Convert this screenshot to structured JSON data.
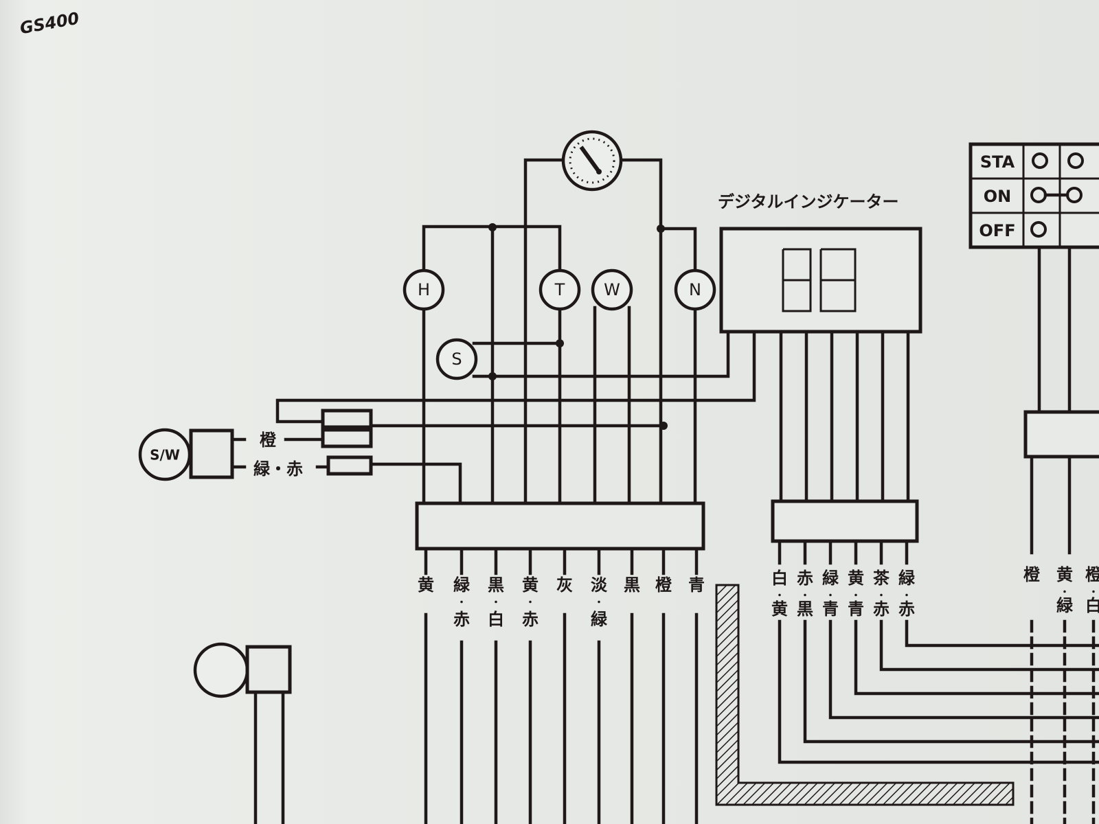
{
  "model_label": "GS400",
  "digital_indicator": {
    "title": "デジタルインジケーター"
  },
  "ignition_switch": {
    "positions": [
      "STA",
      "ON",
      "OFF"
    ]
  },
  "indicator_lamps": {
    "h": "H",
    "t": "T",
    "w": "W",
    "n": "N",
    "s": "S"
  },
  "switch_label": "S/W",
  "switch_wires": {
    "upper": "橙",
    "lower": "緑・赤"
  },
  "left_connector_wires": [
    {
      "top": "黄",
      "bottom": ""
    },
    {
      "top": "緑",
      "bottom": "赤"
    },
    {
      "top": "黒",
      "bottom": "白"
    },
    {
      "top": "黄",
      "bottom": "赤"
    },
    {
      "top": "灰",
      "bottom": ""
    },
    {
      "top": "淡",
      "bottom": "緑"
    },
    {
      "top": "黒",
      "bottom": ""
    },
    {
      "top": "橙",
      "bottom": ""
    },
    {
      "top": "青",
      "bottom": ""
    }
  ],
  "right_connector_wires": [
    {
      "top": "白",
      "bottom": "黄"
    },
    {
      "top": "赤",
      "bottom": "黒"
    },
    {
      "top": "緑",
      "bottom": "青"
    },
    {
      "top": "黄",
      "bottom": "青"
    },
    {
      "top": "茶",
      "bottom": "赤"
    },
    {
      "top": "緑",
      "bottom": "赤"
    }
  ],
  "ignition_wires": [
    {
      "top": "橙",
      "bottom": ""
    },
    {
      "top": "黄",
      "bottom": "緑"
    },
    {
      "top": "橙",
      "bottom": "白"
    }
  ]
}
